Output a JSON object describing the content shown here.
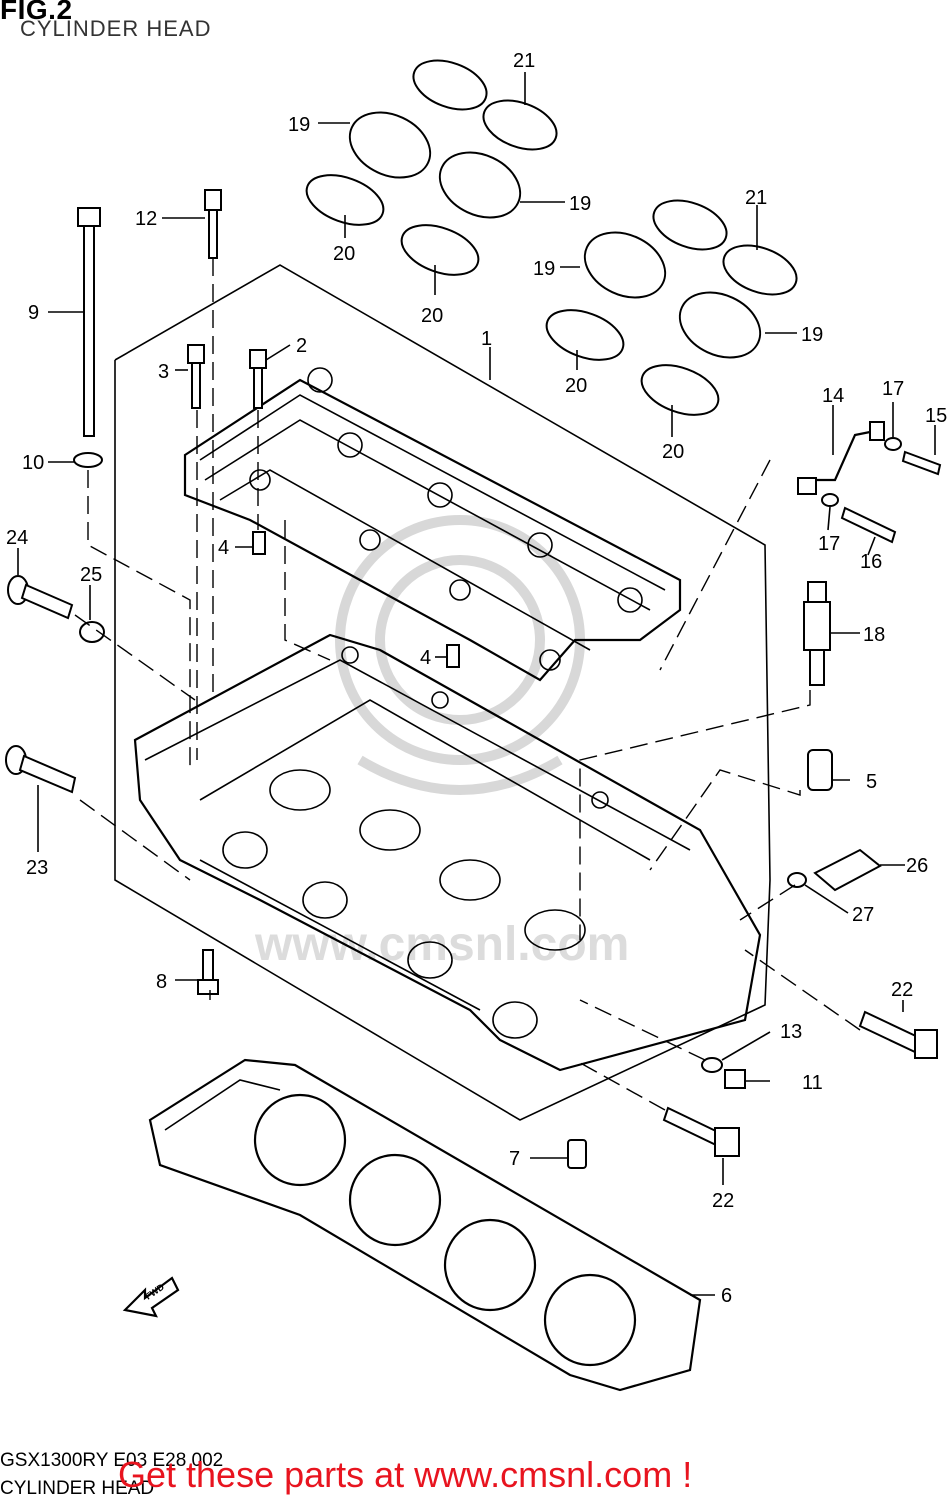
{
  "header": {
    "fig_label": "FIG.2",
    "subtitle": "CYLINDER HEAD"
  },
  "footer": {
    "model_code": "GSX1300RY E03 E28 002",
    "section_name": "CYLINDER HEAD",
    "promo_text": "Get these parts at www.cmsnl.com !",
    "promo_color": "#e8141f"
  },
  "watermark": {
    "text": "www.cmsnl.com"
  },
  "fwd_arrow": {
    "label": "FWD"
  },
  "callouts": {
    "c1": "1",
    "c2": "2",
    "c3": "3",
    "c4a": "4",
    "c4b": "4",
    "c5": "5",
    "c6": "6",
    "c7": "7",
    "c8": "8",
    "c9": "9",
    "c10": "10",
    "c11": "11",
    "c12": "12",
    "c13": "13",
    "c14": "14",
    "c15": "15",
    "c16": "16",
    "c17a": "17",
    "c17b": "17",
    "c18": "18",
    "c19a": "19",
    "c19b": "19",
    "c19c": "19",
    "c19d": "19",
    "c20a": "20",
    "c20b": "20",
    "c20c": "20",
    "c20d": "20",
    "c21a": "21",
    "c21b": "21",
    "c22a": "22",
    "c22b": "22",
    "c23": "23",
    "c24": "24",
    "c25": "25",
    "c26": "26",
    "c27": "27"
  }
}
